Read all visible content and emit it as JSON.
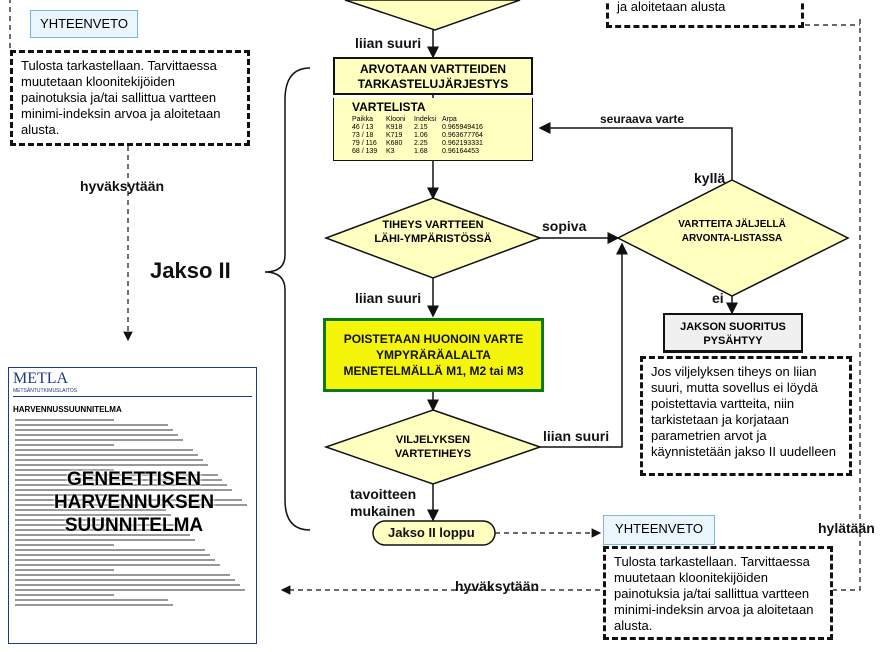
{
  "top_left": {
    "yhteenveto": "YHTEENVETO",
    "note": "Tulosta tarkastellaan. Tarvittaessa muutetaan kloonitekijöiden painotuksia ja/tai sallittua vartteen minimi-indeksin arvoa ja aloitetaan alusta.",
    "hyvaksytaan": "hyväksytään"
  },
  "top_right_note": "ja aloitetaan alusta",
  "labels": {
    "liian_suuri_1": "liian suuri",
    "liian_suuri_2": "liian suuri",
    "liian_suuri_3": "liian suuri",
    "seuraava_varte": "seuraava varte",
    "sopiva": "sopiva",
    "kylla": "kyllä",
    "ei": "ei",
    "tavoitteen_mukainen": "tavoitteen mukainen",
    "hylataan": "hylätään",
    "hyvaksytaan_bottom": "hyväksytään",
    "jakso": "Jakso II"
  },
  "arvotaan": "ARVOTAAN VARTTEIDEN TARKASTELUJÄRJESTYS",
  "vartelista": {
    "title": "VARTELISTA",
    "headers": [
      "Paikka",
      "Klooni",
      "Indeksi",
      "Arpa"
    ],
    "rows": [
      [
        "46 / 13",
        "K918",
        "2.15",
        "0.965949416"
      ],
      [
        "73 / 18",
        "K719",
        "1.06",
        "0.963677764"
      ],
      [
        "79 / 116",
        "K680",
        "2.25",
        "0.962193331"
      ],
      [
        "68 / 139",
        "K3",
        "1.68",
        "0.96164453"
      ]
    ]
  },
  "tiheys": "TIHEYS VARTTEEN LÄHI-YMPÄRISTÖSSÄ",
  "vartteita": "VARTTEITA JÄLJELLÄ ARVONTA-LISTASSA",
  "poistetaan": "POISTETAAN HUONOIN VARTE YMPYRÄRÄALALTA MENETELMÄLLÄ M1, M2 tai M3",
  "jakson_pysahtyy": "JAKSON SUORITUS PYSÄHTYY",
  "pysahtyy_note": "Jos viljelyksen tiheys on liian suuri, mutta sovellus ei löydä poistettavia vartteita, niin tarkistetaan ja korjataan parametrien arvot ja käynnistetään jakso II uudelleen",
  "viljelyksen": "VILJELYKSEN VARTETIHEYS",
  "jakson_loppu": "Jakso II loppu",
  "bottom_right": {
    "yhteenveto": "YHTEENVETO",
    "note": "Tulosta tarkastellaan. Tarvittaessa muutetaan kloonitekijöiden painotuksia ja/tai sallittua vartteen minimi-indeksin arvoa ja aloitetaan alusta."
  },
  "report": {
    "logo": "METLA",
    "subtitle": "METSÄNTUTKIMUSLAITOS",
    "heading": "HARVENNUSSUUNNITELMA",
    "overlay": "GENEETTISEN HARVENNUKSEN SUUNNITELMA"
  }
}
